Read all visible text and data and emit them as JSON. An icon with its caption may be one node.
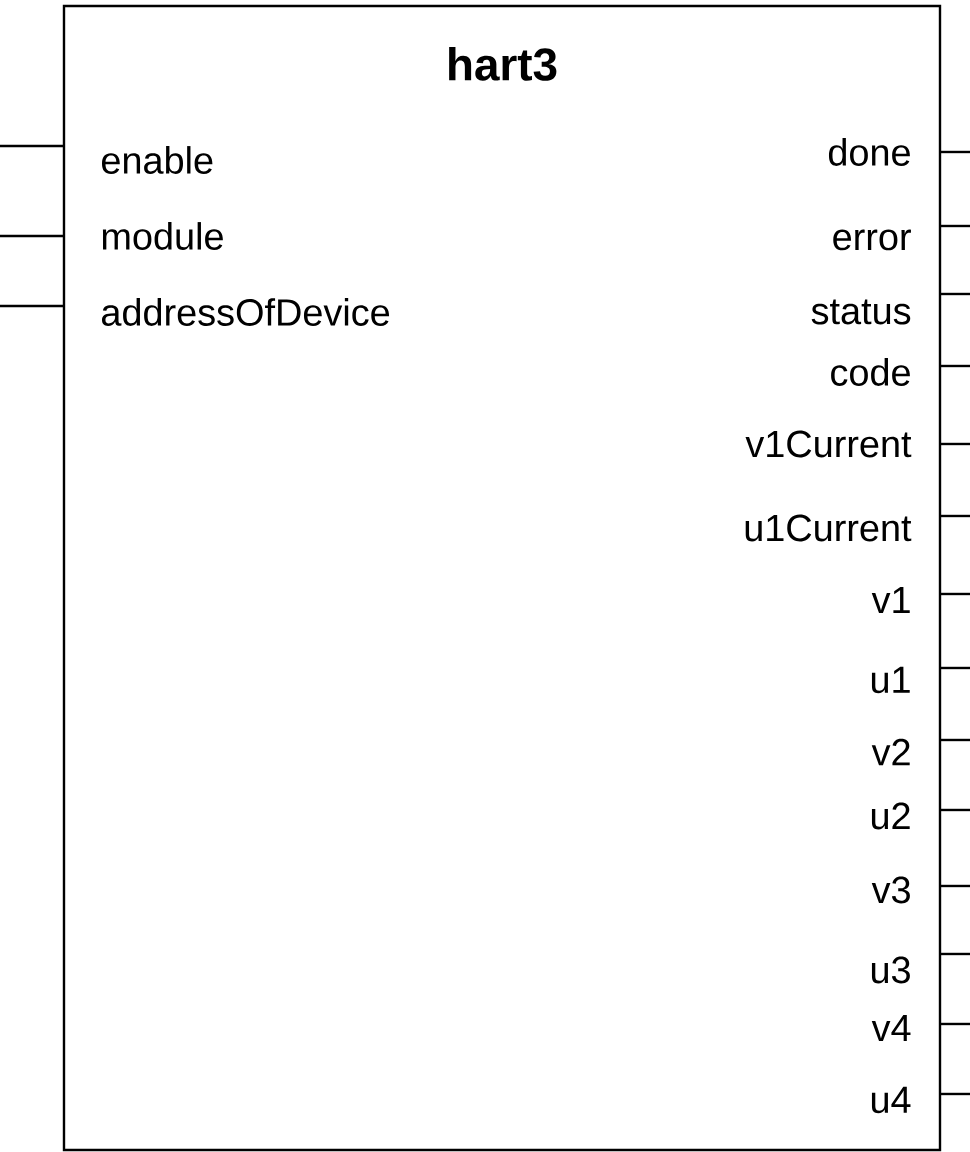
{
  "diagram": {
    "nodes": [
      {
        "text": [
          "hart3"
        ]
      }
    ],
    "labels": [
      "enable",
      "module",
      "addressOfDevice",
      "done",
      "error",
      "status",
      "code",
      "v1Current",
      "u1Current",
      "v1",
      "u1",
      "v2",
      "u2",
      "v3",
      "u3",
      "v4",
      "u4"
    ]
  }
}
